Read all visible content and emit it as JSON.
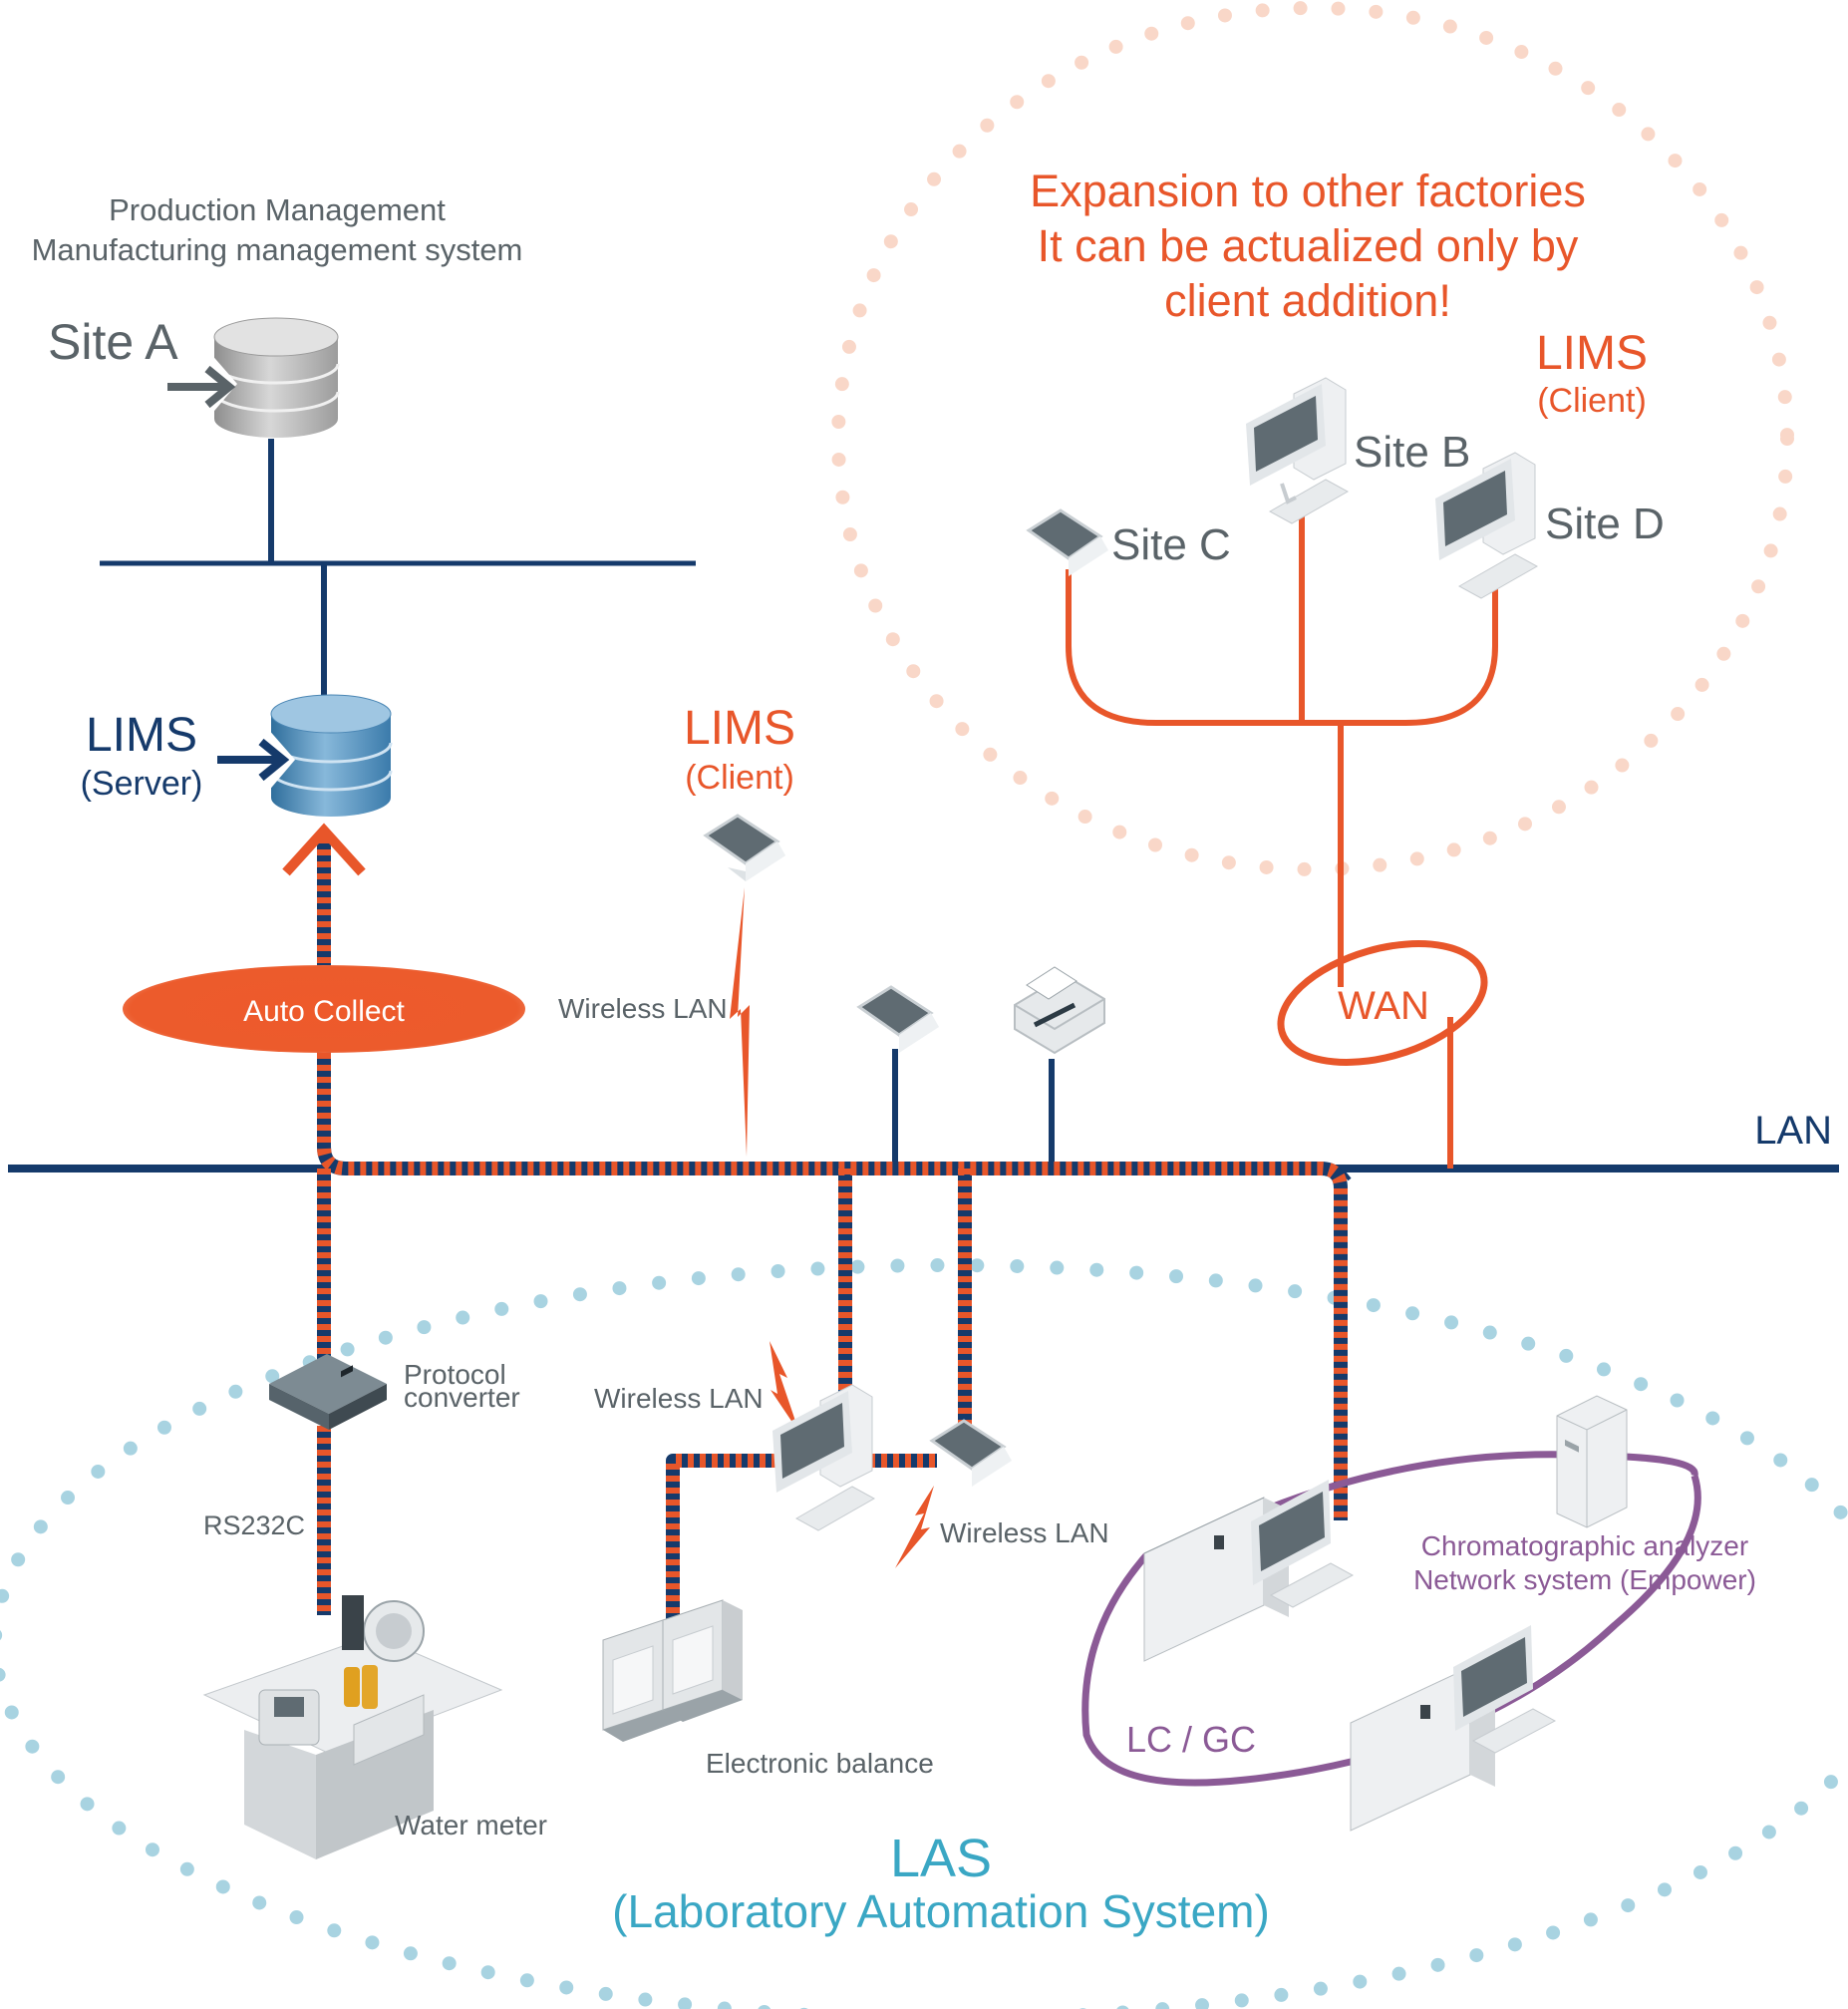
{
  "production": {
    "line1": "Production Management",
    "line2": "Manufacturing management system"
  },
  "site_a": "Site A",
  "lims_server": {
    "title": "LIMS",
    "sub": "(Server)"
  },
  "lims_client_mid": {
    "title": "LIMS",
    "sub": "(Client)"
  },
  "lims_client_remote": {
    "title": "LIMS",
    "sub": "(Client)"
  },
  "expansion": {
    "line1": "Expansion to other factories",
    "line2": "It can be actualized only by",
    "line3": "client addition!"
  },
  "sites": {
    "b": "Site B",
    "c": "Site C",
    "d": "Site D"
  },
  "auto_collect": "Auto Collect",
  "wireless_lan": "Wireless LAN",
  "wan": "WAN",
  "lan": "LAN",
  "protocol_converter": {
    "line1": "Protocol",
    "line2": "converter"
  },
  "rs232c": "RS232C",
  "water_meter": "Water meter",
  "electronic_balance": "Electronic balance",
  "chromatographic": {
    "line1": "Chromatographic analyzer",
    "line2": "Network system (Empower)"
  },
  "lc_gc": "LC / GC",
  "las": {
    "title": "LAS",
    "sub": "(Laboratory Automation System)"
  },
  "colors": {
    "navy": "#153a6b",
    "orange": "#e8562a",
    "las_teal": "#3aa7c4",
    "purple": "#8b5a96",
    "gray_text": "#5a6368"
  }
}
